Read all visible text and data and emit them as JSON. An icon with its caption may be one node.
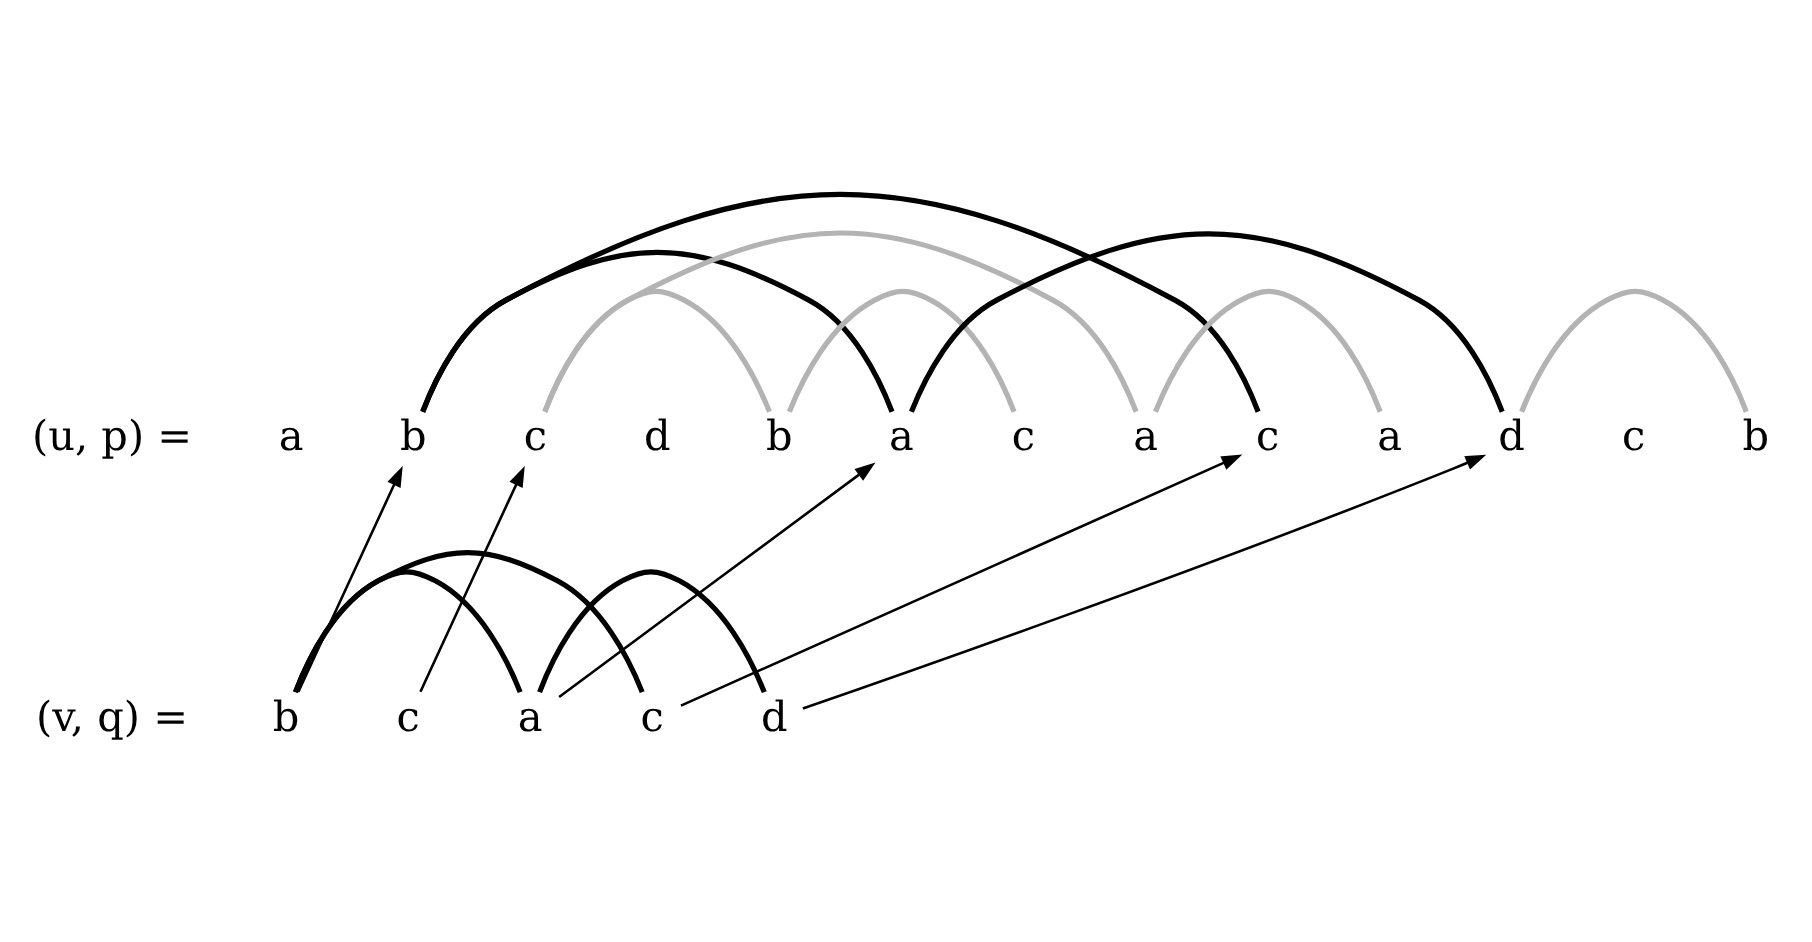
{
  "diagram": {
    "nodes": [
      {
        "text": [
          "a"
        ]
      },
      {
        "text": [
          "b"
        ]
      },
      {
        "text": [
          "c"
        ]
      },
      {
        "text": [
          "d"
        ]
      },
      {
        "text": [
          "b"
        ]
      },
      {
        "text": [
          "a"
        ]
      },
      {
        "text": [
          "c"
        ]
      },
      {
        "text": [
          "a"
        ]
      },
      {
        "text": [
          "c"
        ]
      },
      {
        "text": [
          "a"
        ]
      },
      {
        "text": [
          "d"
        ]
      },
      {
        "text": [
          "c"
        ]
      },
      {
        "text": [
          "b"
        ]
      },
      {
        "text": [
          "b"
        ]
      },
      {
        "text": [
          "c"
        ]
      },
      {
        "text": [
          "a"
        ]
      },
      {
        "text": [
          "c"
        ]
      },
      {
        "text": [
          "d"
        ]
      }
    ],
    "edges": [
      {
        "from": 1,
        "to": 5,
        "arrow": "none"
      },
      {
        "from": 1,
        "to": 8,
        "arrow": "none"
      },
      {
        "from": 5,
        "to": 10,
        "arrow": "none"
      },
      {
        "from": 2,
        "to": 4,
        "arrow": "none",
        "color": "#b3b3b3"
      },
      {
        "from": 2,
        "to": 7,
        "arrow": "none",
        "color": "#b3b3b3"
      },
      {
        "from": 4,
        "to": 6,
        "arrow": "none",
        "color": "#b3b3b3"
      },
      {
        "from": 7,
        "to": 9,
        "arrow": "none",
        "color": "#b3b3b3"
      },
      {
        "from": 10,
        "to": 12,
        "arrow": "none",
        "color": "#b3b3b3"
      },
      {
        "from": 13,
        "to": 15,
        "arrow": "none"
      },
      {
        "from": 13,
        "to": 16,
        "arrow": "none"
      },
      {
        "from": 15,
        "to": 17,
        "arrow": "none"
      },
      {
        "from": 13,
        "to": 1,
        "arrow": "to"
      },
      {
        "from": 14,
        "to": 2,
        "arrow": "to"
      },
      {
        "from": 15,
        "to": 5,
        "arrow": "to"
      },
      {
        "from": 16,
        "to": 8,
        "arrow": "to"
      },
      {
        "from": 17,
        "to": 10,
        "arrow": "to"
      }
    ],
    "labels": [
      "(u, p) =",
      "(v, q) ="
    ]
  }
}
